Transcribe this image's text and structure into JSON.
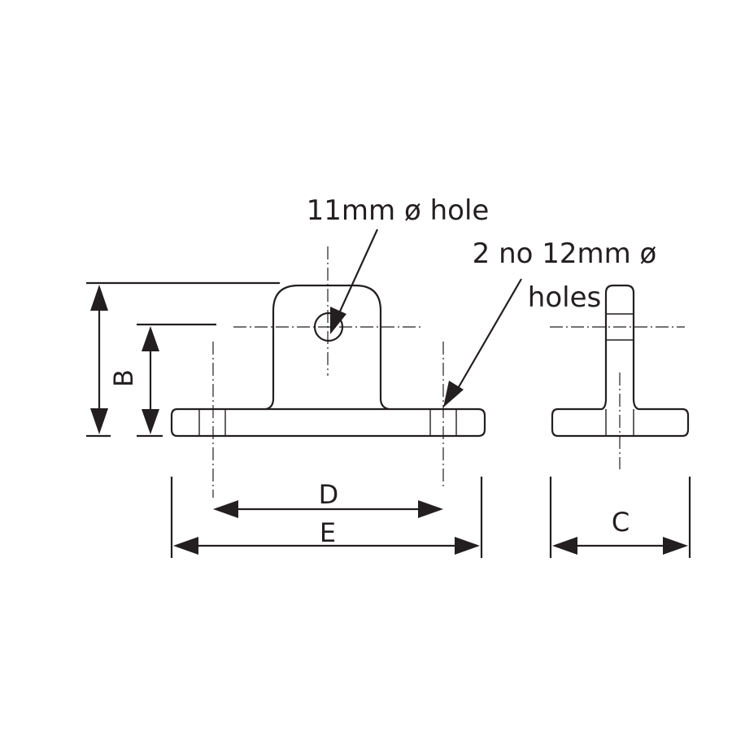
{
  "callouts": {
    "eye_hole": "11mm ø hole",
    "base_holes_line1": "2 no 12mm ø",
    "base_holes_line2": "holes"
  },
  "dimensions": {
    "b": "B",
    "c": "C",
    "d": "D",
    "e": "E"
  },
  "colors": {
    "ink": "#231f20",
    "background": "#ffffff"
  }
}
